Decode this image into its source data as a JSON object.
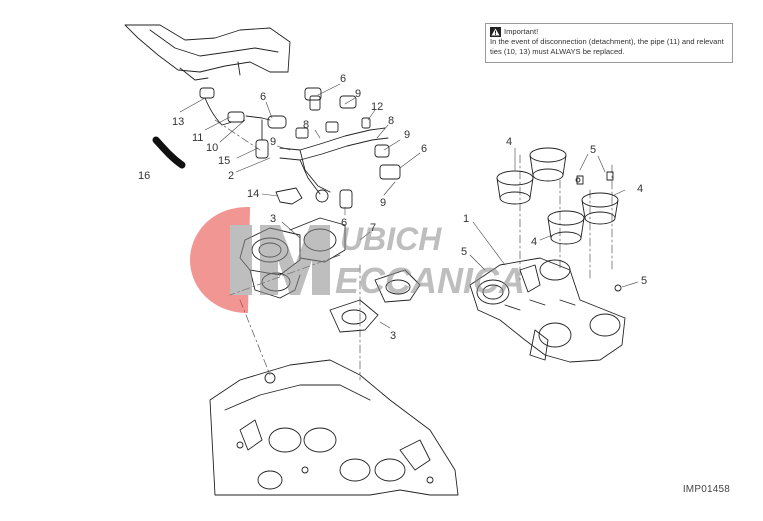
{
  "notice": {
    "title": "Important!",
    "text": "In the event of disconnection (detachment), the pipe (11) and relevant ties (10, 13) must ALWAYS be replaced."
  },
  "figure_code": "IMP01458",
  "watermark": {
    "line1": "UBICH",
    "line2": "ECCANICA",
    "color": "#e8413c"
  },
  "callouts": {
    "c16": "16",
    "c13": "13",
    "c11": "11",
    "c10": "10",
    "c15": "15",
    "c2": "2",
    "c14": "14",
    "c6a": "6",
    "c6b": "6",
    "c6c": "6",
    "c6d": "6",
    "c9a": "9",
    "c9b": "9",
    "c9c": "9",
    "c9d": "9",
    "c8a": "8",
    "c8b": "8",
    "c12": "12",
    "c7": "7",
    "c3a": "3",
    "c3b": "3",
    "c1": "1",
    "c4a": "4",
    "c4b": "4",
    "c4c": "4",
    "c5a": "5",
    "c5b": "5",
    "c5c": "5"
  }
}
